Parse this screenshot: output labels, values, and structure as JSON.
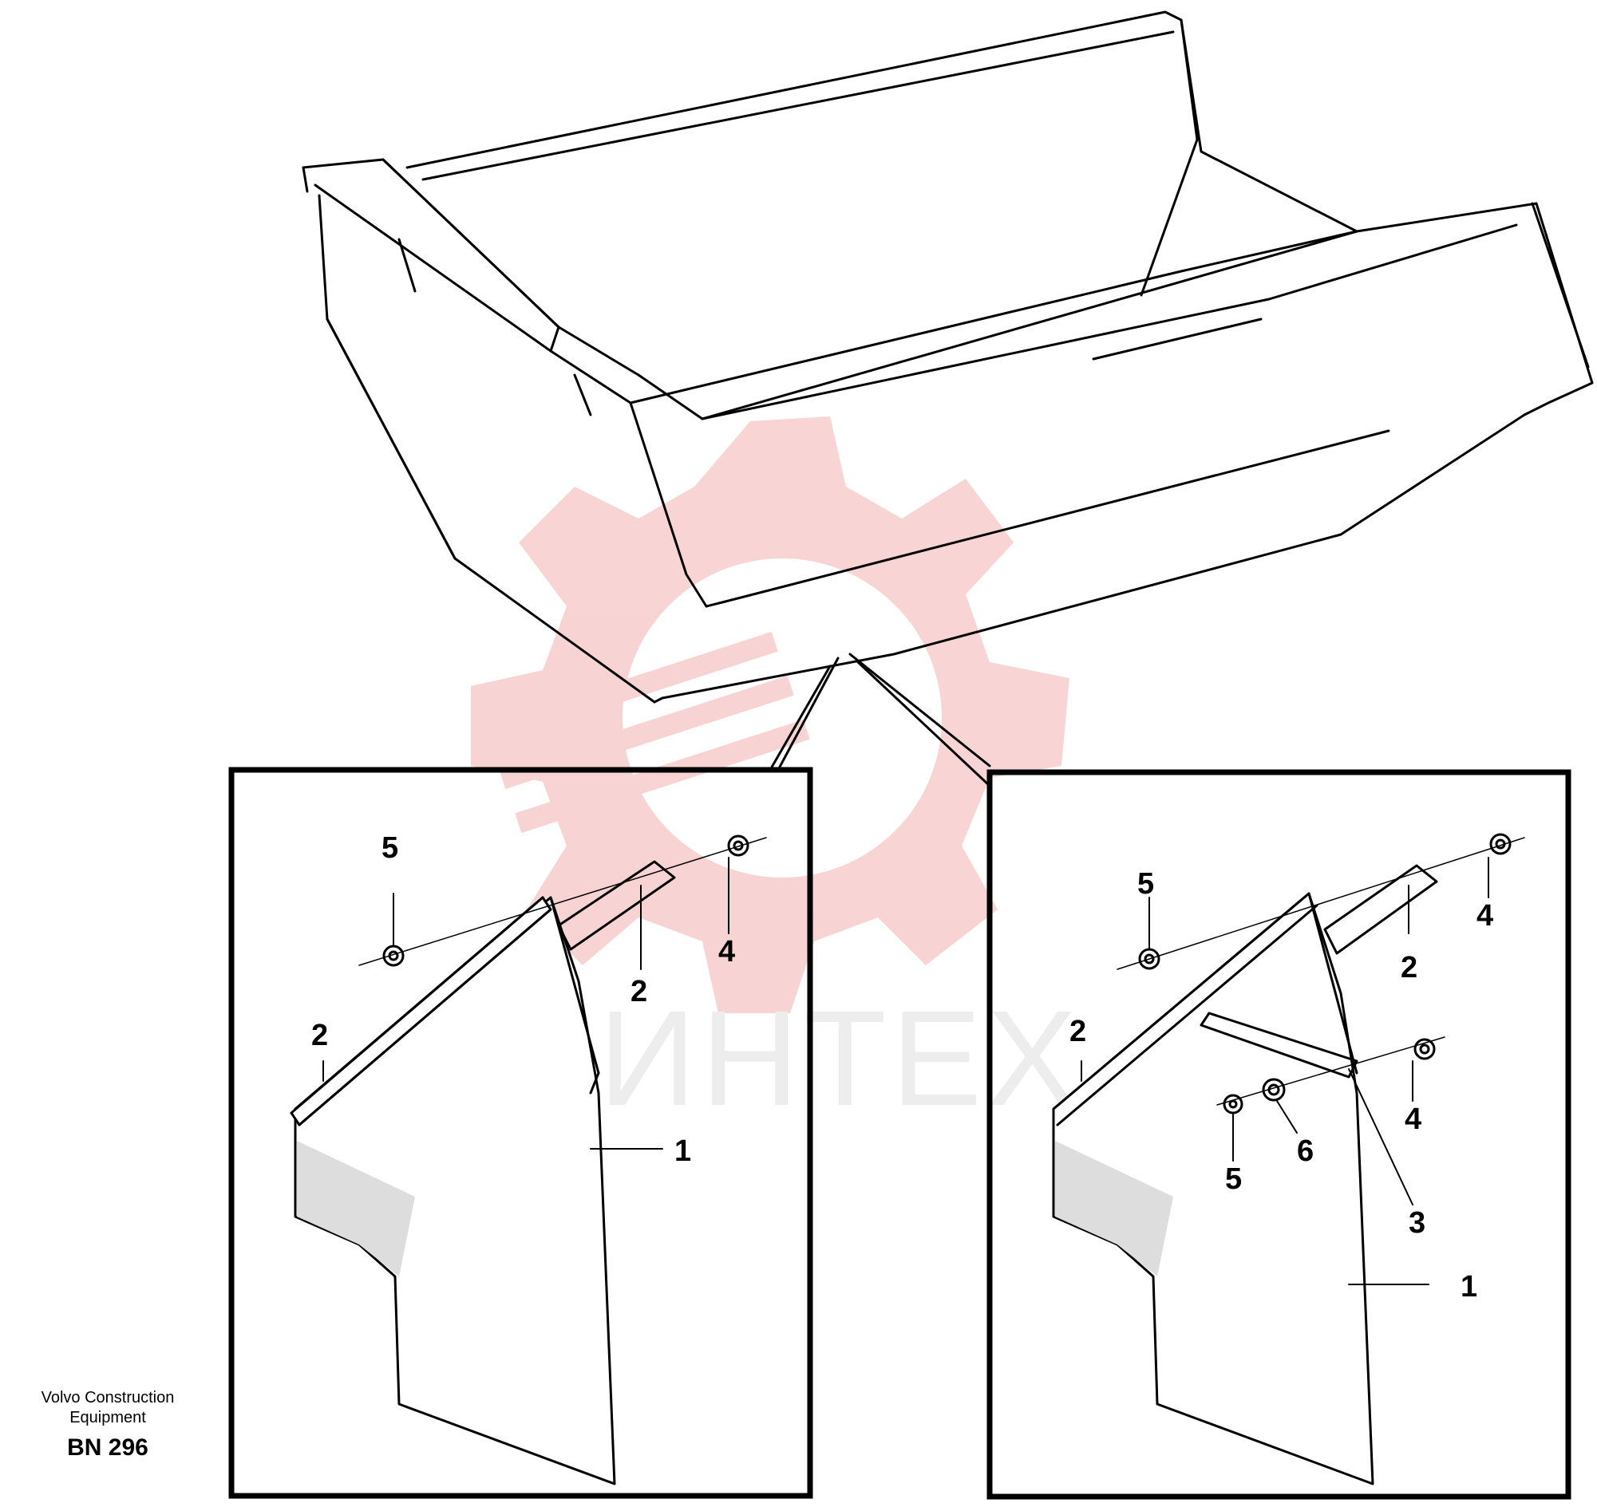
{
  "callouts": {
    "left": [
      "5",
      "4",
      "2",
      "2",
      "1"
    ],
    "right": [
      "5",
      "4",
      "2",
      "2",
      "4",
      "5",
      "6",
      "3",
      "1"
    ]
  },
  "footer": {
    "manufacturer_line1": "Volvo Construction",
    "manufacturer_line2": "Equipment",
    "code": "BN 296"
  },
  "watermark": {
    "text": "ИНТЕХ",
    "color": "#f0a0a0",
    "text_color": "#d9d9d9"
  }
}
